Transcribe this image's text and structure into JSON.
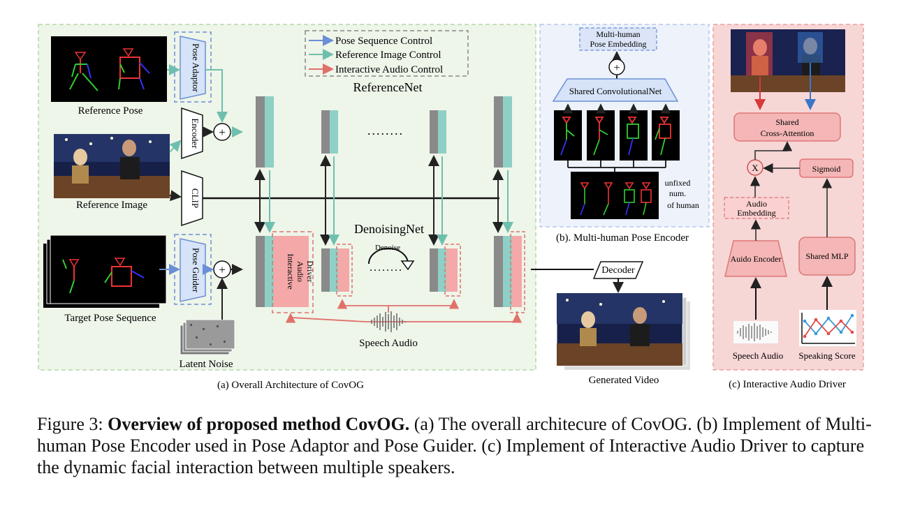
{
  "panel_a": {
    "caption": "(a) Overall Architecture of CovOG",
    "legend": {
      "pose": "Pose Sequence Control",
      "reference": "Reference Image Control",
      "audio": "Interactive Audio Control"
    },
    "reference_pose": "Reference Pose",
    "reference_image": "Reference Image",
    "target_pose_sequence": "Target Pose Sequence",
    "latent_noise": "Latent Noise",
    "pose_adaptor": "Pose Adaptor",
    "encoder": "Encoder",
    "clip": "CLIP",
    "pose_guider": "Pose Guider",
    "plus": "+",
    "referencenet": "ReferenceNet",
    "denoisingnet": "DenoisingNet",
    "dots": "........",
    "dots2": "........",
    "denoise": "Denoise",
    "interactive_audio_driver_lines": [
      "Interactive",
      "Audio",
      "Driver"
    ],
    "speech_audio": "Speech Audio",
    "decoder": "Decoder",
    "generated_video": "Generated Video"
  },
  "panel_b": {
    "caption": "(b). Multi-human Pose Encoder",
    "embedding_lines": [
      "Multi-human",
      "Pose Embedding"
    ],
    "plus": "+",
    "shared_conv": "Shared ConvolutionalNet",
    "unfixed_lines": [
      "unfixed",
      "num.",
      "of human"
    ]
  },
  "panel_c": {
    "caption": "(c) Interactive Audio Driver",
    "cross_attention_lines": [
      "Shared",
      "Cross-Attention"
    ],
    "multiply": "X",
    "sigmoid": "Sigmoid",
    "audio_embedding_lines": [
      "Audio",
      "Embedding"
    ],
    "audio_encoder": "Auido Encoder",
    "shared_mlp": "Shared MLP",
    "speech_audio": "Speech Audio",
    "speaking_score": "Speaking Score"
  },
  "figure_caption": {
    "prefix": "Figure 3: ",
    "bold": "Overview of proposed method CovOG.",
    "rest": " (a) The overall architecure of CovOG. (b) Implement of Multi-human Pose Encoder used in Pose Adaptor and Pose Guider. (c) Implement of Interactive Audio Driver to capture the dynamic facial interaction between multiple speakers."
  },
  "colors": {
    "pose_arrow": "#6b8fd6",
    "reference_arrow": "#6fbfae",
    "audio_arrow": "#e0706a",
    "panel_a_bg": "#eef5e9",
    "panel_b_bg": "#edf2fb",
    "panel_c_bg": "#f7d6d6",
    "teal": "#8fd0c6",
    "gray": "#8a8a8a",
    "pink": "#f4a8a8"
  }
}
